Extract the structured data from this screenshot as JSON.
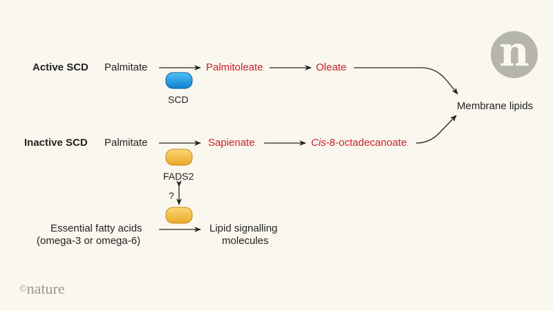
{
  "rows": {
    "active": {
      "label": "Active SCD",
      "substrate": "Palmitate",
      "product1": "Palmitoleate",
      "product2": "Oleate",
      "enzyme": "SCD"
    },
    "inactive": {
      "label": "Inactive SCD",
      "substrate": "Palmitate",
      "product1": "Sapienate",
      "product2_italic": "Cis",
      "product2_rest": "-8-octadecanoate",
      "enzyme": "FADS2"
    },
    "essential": {
      "substrate_line1": "Essential fatty acids",
      "substrate_line2": "(omega-3 or omega-6)",
      "product_line1": "Lipid signalling",
      "product_line2": "molecules"
    }
  },
  "question_mark": "?",
  "target": "Membrane lipids",
  "logo_letter": "n",
  "credit": {
    "symbol": "©",
    "text": "nature"
  },
  "colors": {
    "product": "#c8202a",
    "scd_enzyme": "#1b8fd8",
    "fads2_enzyme": "#f2b83a",
    "background": "#faf7ee"
  }
}
